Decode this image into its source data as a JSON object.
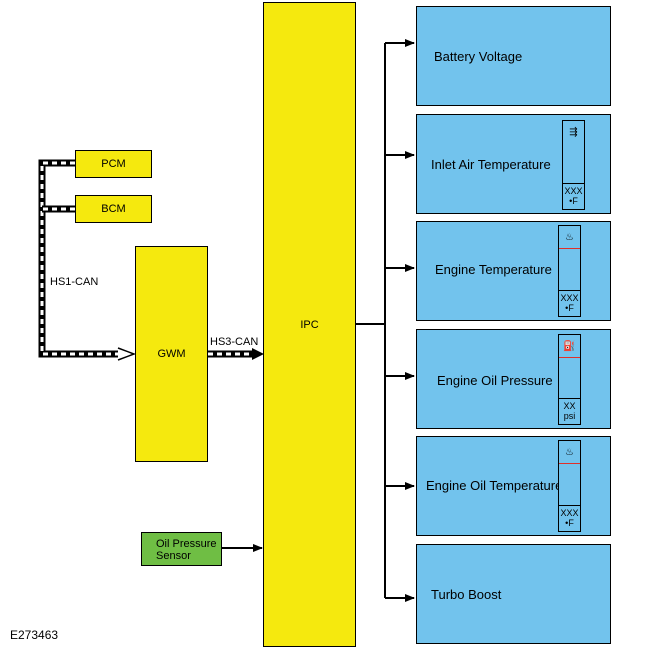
{
  "modules": {
    "pcm": "PCM",
    "bcm": "BCM",
    "gwm": "GWM",
    "ipc": "IPC",
    "oil_pressure_sensor": "Oil Pressure\nSensor"
  },
  "buses": {
    "hs1": "HS1-CAN",
    "hs3": "HS3-CAN"
  },
  "panels": [
    {
      "label": "Battery Voltage",
      "gauge": null
    },
    {
      "label": "Inlet Air Temperature",
      "gauge": {
        "icon": "air-intake-icon",
        "value": "XXX",
        "unit": "•F"
      }
    },
    {
      "label": "Engine Temperature",
      "gauge": {
        "icon": "coolant-temp-icon",
        "value": "XXX",
        "unit": "•F"
      }
    },
    {
      "label": "Engine Oil Pressure",
      "gauge": {
        "icon": "oil-can-icon",
        "value": "XX",
        "unit": "psi"
      }
    },
    {
      "label": "Engine Oil Temperature",
      "gauge": {
        "icon": "oil-temp-icon",
        "value": "XXX",
        "unit": "•F"
      }
    },
    {
      "label": "Turbo Boost",
      "gauge": null
    }
  ],
  "figure_id": "E273463",
  "colors": {
    "module": "#f5e90e",
    "sensor": "#6fbe44",
    "display": "#72c3ed",
    "limit_line": "#e0302a"
  }
}
